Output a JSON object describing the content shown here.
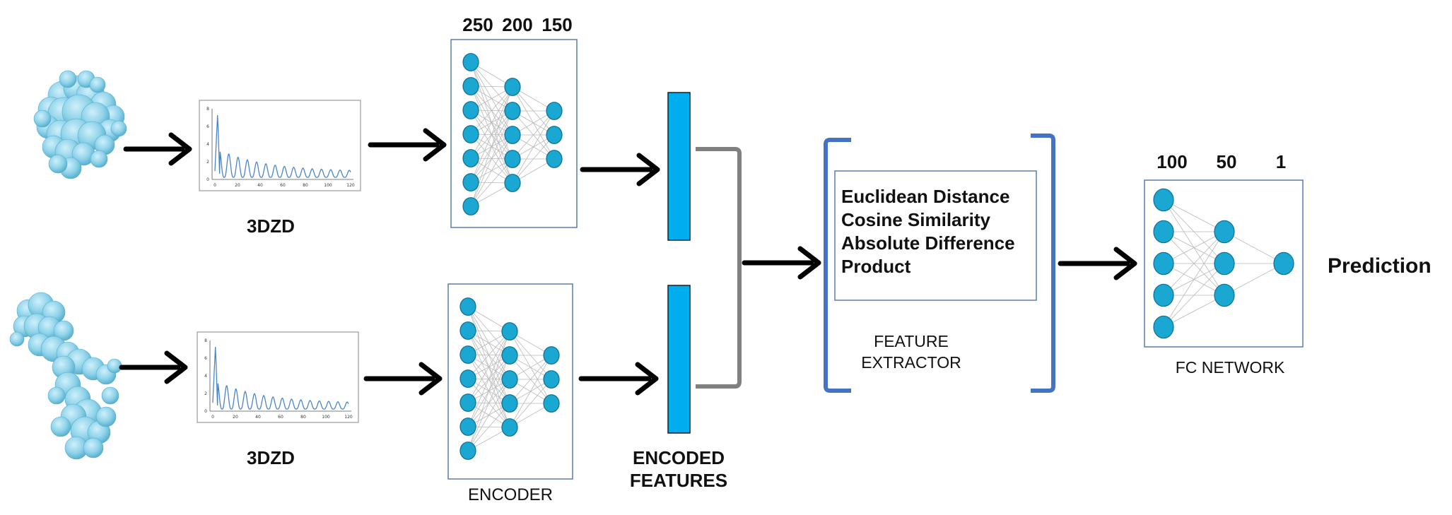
{
  "top_branch": {
    "descriptor_label": "3DZD",
    "layer_sizes": [
      "250",
      "200",
      "150"
    ],
    "descriptor_plot": {
      "y_ticks": [
        "8",
        "6",
        "4",
        "2",
        "0"
      ],
      "x_ticks": [
        "0",
        "20",
        "40",
        "60",
        "80",
        "100",
        "120"
      ]
    }
  },
  "bottom_branch": {
    "descriptor_label": "3DZD",
    "encoder_label": "ENCODER",
    "descriptor_plot": {
      "y_ticks": [
        "8",
        "6",
        "4",
        "2",
        "0"
      ],
      "x_ticks": [
        "0",
        "20",
        "40",
        "60",
        "80",
        "100",
        "120"
      ]
    }
  },
  "encoded_features_label": [
    "ENCODED",
    "FEATURES"
  ],
  "feature_extractor": {
    "items": [
      "Euclidean Distance",
      "Cosine Similarity",
      "Absolute Difference",
      "Product"
    ],
    "caption": [
      "FEATURE",
      "EXTRACTOR"
    ]
  },
  "fc_network": {
    "layer_sizes": [
      "100",
      "50",
      "1"
    ],
    "caption": "FC NETWORK"
  },
  "output_label": "Prediction",
  "colors": {
    "node_fill": "#1AA7D2",
    "node_stroke": "#0E6E93",
    "feature_bar": "#00AEEF",
    "bracket": "#4472C4",
    "merge_line": "#808080",
    "box_border": "#5B7BA8",
    "arrow": "#000000",
    "plot_line": "#4A86C7",
    "molecule": "#8FD3EA"
  },
  "icons": [
    "protein-structure-icon",
    "arrow-icon"
  ]
}
